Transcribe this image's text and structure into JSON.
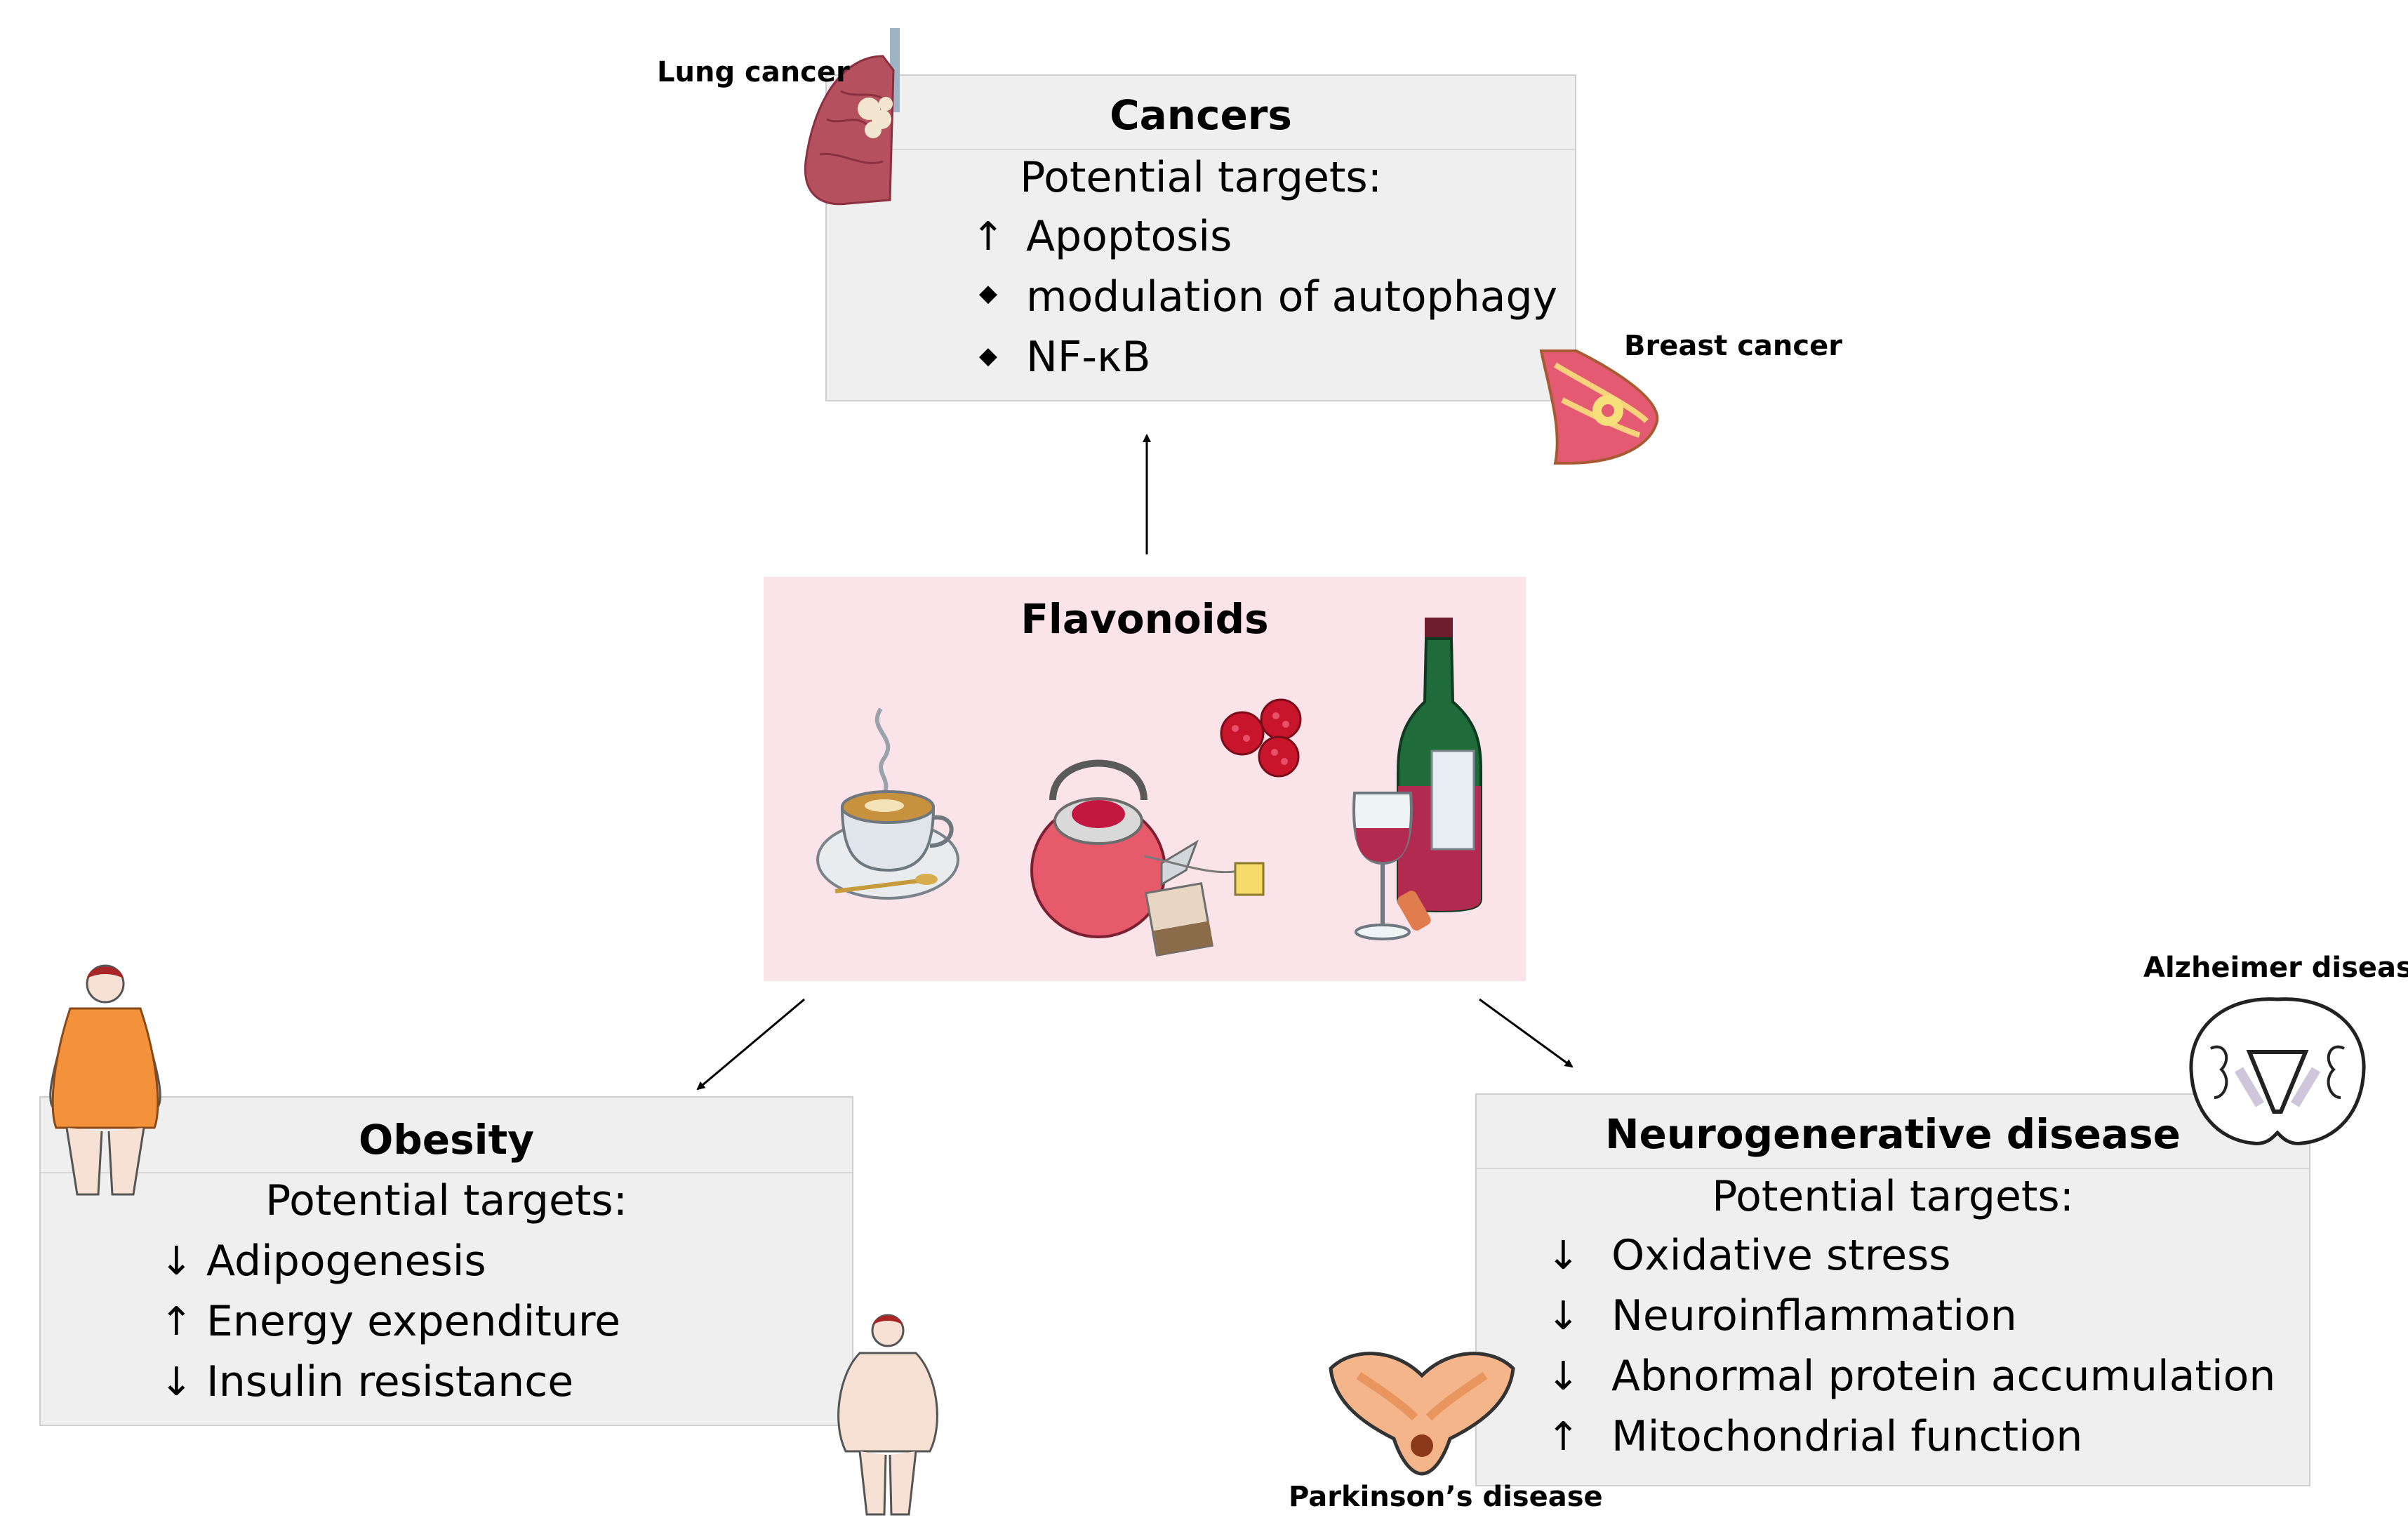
{
  "cancers": {
    "title": "Cancers",
    "subtitle": "Potential targets:",
    "items": [
      {
        "symbol": "↑",
        "text": "Apoptosis"
      },
      {
        "symbol": "◆",
        "text": "modulation of autophagy"
      },
      {
        "symbol": "◆",
        "text": "NF-κB"
      }
    ]
  },
  "flavonoids": {
    "title": "Flavonoids"
  },
  "obesity": {
    "title": "Obesity",
    "subtitle": "Potential targets:",
    "items": [
      {
        "symbol": "↓",
        "text": "Adipogenesis"
      },
      {
        "symbol": "↑",
        "text": "Energy expenditure"
      },
      {
        "symbol": "↓",
        "text": "Insulin resistance"
      }
    ]
  },
  "neuro": {
    "title": "Neurogenerative disease",
    "subtitle": "Potential targets:",
    "items": [
      {
        "symbol": "↓",
        "text": "Oxidative stress"
      },
      {
        "symbol": "↓",
        "text": "Neuroinflammation"
      },
      {
        "symbol": "↓",
        "text": "Abnormal protein accumulation"
      },
      {
        "symbol": "↑",
        "text": " Mitochondrial function"
      }
    ]
  },
  "labels": {
    "lung_cancer": "Lung cancer",
    "breast_cancer": "Breast cancer",
    "alzheimer": "Alzheimer disease",
    "parkinson": "Parkinson’s disease"
  },
  "colors": {
    "box_fill": "#efefef",
    "box_border": "#cfcfcf",
    "flavonoids_fill": "#fbe3ea",
    "wine": "#b22a50",
    "bottle": "#1f6b3a",
    "kettle": "#e75a6c",
    "raspberry": "#c8152c",
    "obesity_dress": "#f4923c",
    "skin": "#f7e1d4",
    "lung": "#b5515e",
    "breast": "#e55a73",
    "parkinson_tissue": "#f5b58a"
  },
  "icons": [
    "lung-icon",
    "breast-tissue-icon",
    "coffee-cup-icon",
    "teapot-icon",
    "tea-bag-icon",
    "raspberries-icon",
    "wine-bottle-icon",
    "wine-glass-icon",
    "woman-figure-icon",
    "man-figure-icon",
    "brain-section-icon",
    "midbrain-icon"
  ]
}
